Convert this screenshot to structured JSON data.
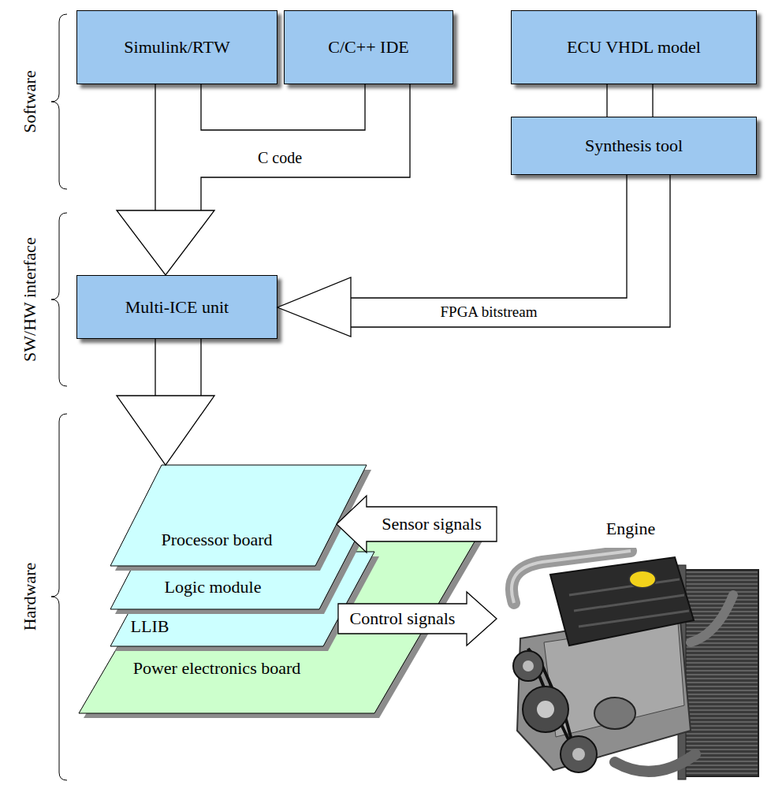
{
  "diagram": {
    "nodes": [
      {
        "text": [
          "Simulink/RTW"
        ]
      },
      {
        "text": [
          "C/C++ IDE"
        ]
      },
      {
        "text": [
          "ECU VHDL model"
        ]
      },
      {
        "text": [
          "Synthesis tool"
        ]
      },
      {
        "text": [
          "Multi-ICE unit"
        ]
      },
      {
        "text": [
          "Processor board"
        ]
      },
      {
        "text": [
          "Logic module"
        ]
      },
      {
        "text": [
          "LLIB"
        ]
      },
      {
        "text": [
          "Power electronics board"
        ]
      },
      {
        "text": [
          "Engine"
        ]
      }
    ],
    "edges": [
      {
        "from": 0,
        "to": 4,
        "arrow": "to"
      },
      {
        "from": 0,
        "to": 1,
        "arrow": "none"
      },
      {
        "from": 1,
        "to": 4,
        "label": "C code",
        "arrow": "to"
      },
      {
        "from": 2,
        "to": 3,
        "arrow": "none"
      },
      {
        "from": 3,
        "to": 4,
        "label": "FPGA bitstream",
        "arrow": "to"
      },
      {
        "from": 4,
        "to": 5,
        "arrow": "to"
      },
      {
        "from": 9,
        "to": 5,
        "label": "Sensor signals",
        "arrow": "to"
      },
      {
        "from": 7,
        "to": 9,
        "label": "Control signals",
        "arrow": "to"
      }
    ],
    "labels": [
      "Software",
      "SW/HW interface",
      "Hardware"
    ]
  }
}
